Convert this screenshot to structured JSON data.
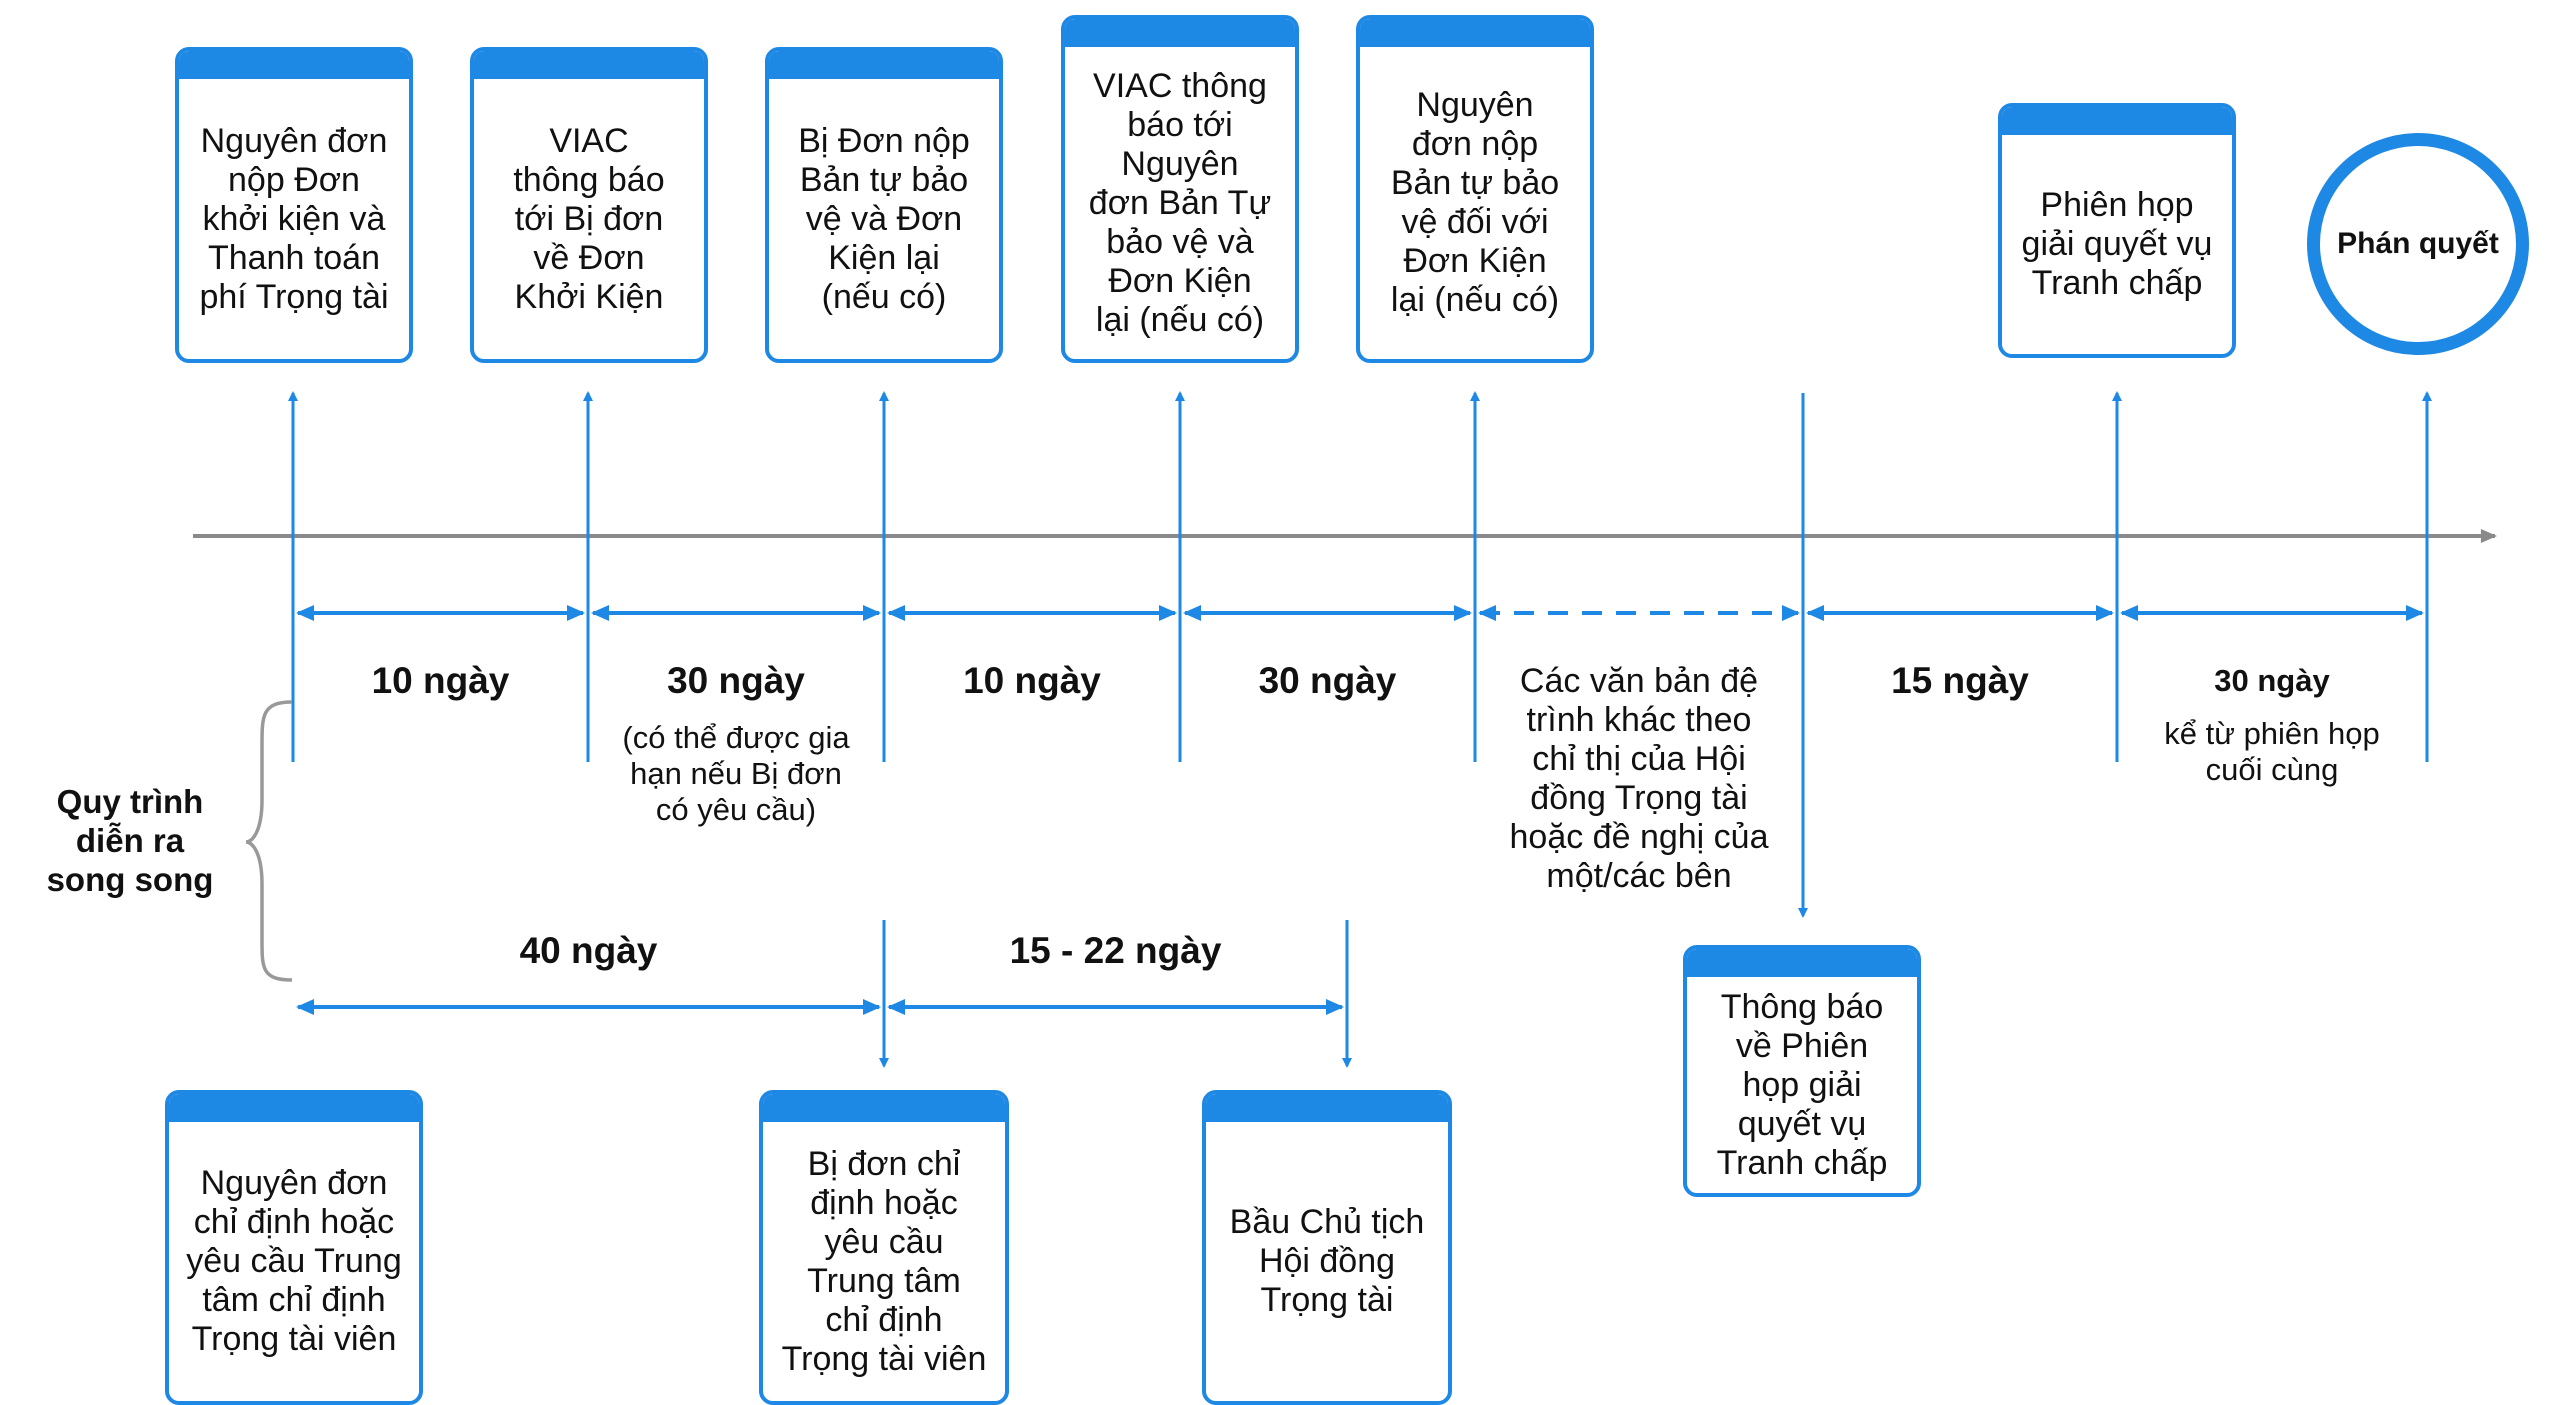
{
  "colors": {
    "accent": "#1e88e5",
    "axis": "#8a8a8a",
    "brace": "#999999"
  },
  "top_boxes": [
    "Nguyên đơn\nnộp Đơn\nkhởi kiện và\nThanh toán\nphí Trọng tài",
    "VIAC\nthông báo\ntới Bị đơn\nvề Đơn\nKhởi Kiện",
    "Bị Đơn nộp\nBản tự bảo\nvệ và Đơn\nKiện lại\n(nếu có)",
    "VIAC thông\nbáo tới\nNguyên\nđơn Bản Tự\nbảo vệ và\nĐơn Kiện\nlại (nếu có)",
    "Nguyên\nđơn nộp\nBản tự bảo\nvệ đối với\nĐơn Kiện\nlại (nếu có)",
    "Phiên họp\ngiải quyết vụ\nTranh chấp"
  ],
  "final": "Phán quyết",
  "intervals": [
    {
      "main": "10 ngày",
      "note": ""
    },
    {
      "main": "30 ngày",
      "note": "(có thể được gia\nhạn nếu Bị đơn\ncó yêu cầu)"
    },
    {
      "main": "10 ngày",
      "note": ""
    },
    {
      "main": "30 ngày",
      "note": ""
    },
    {
      "main": "Các văn bản đệ\ntrình khác theo\nchỉ thị của Hội\nđồng Trọng tài\nhoặc đề nghị của\nmột/các bên",
      "note": ""
    },
    {
      "main": "15 ngày",
      "note": ""
    },
    {
      "main": "30 ngày",
      "note": "kể từ phiên họp\ncuối cùng"
    }
  ],
  "parallel_label": "Quy trình\ndiễn ra\nsong song",
  "parallel_intervals": [
    "40 ngày",
    "15 - 22 ngày"
  ],
  "bottom_boxes": [
    "Nguyên đơn\nchỉ định hoặc\nyêu cầu Trung\ntâm chỉ định\nTrọng tài viên",
    "Bị đơn chỉ\nđịnh hoặc\nyêu cầu\nTrung tâm\nchỉ định\nTrọng tài viên",
    "Bầu Chủ tịch\nHội đồng\nTrọng tài",
    "Thông báo\nvề Phiên\nhọp giải\nquyết vụ\nTranh chấp"
  ]
}
